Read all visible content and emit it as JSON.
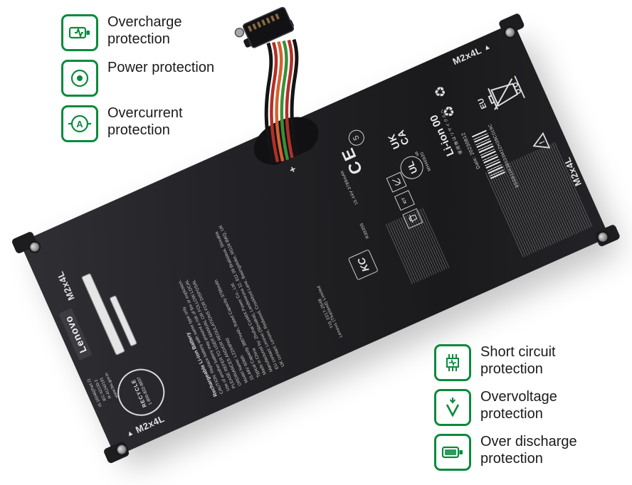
{
  "features": [
    {
      "icon": "overcharge-protection-icon",
      "label": "Overcharge protection"
    },
    {
      "icon": "power-protection-icon",
      "label": "Power protection"
    },
    {
      "icon": "overcurrent-protection-icon",
      "label": "Overcurrent protection"
    },
    {
      "icon": "short-circuit-protection-icon",
      "label": "Short circuit protection"
    },
    {
      "icon": "overvoltage-protection-icon",
      "label": "Overvoltage protection"
    },
    {
      "icon": "over-discharge-protection-icon",
      "label": "Over discharge protection"
    }
  ],
  "battery": {
    "brand": "Lenovo",
    "corner_label": "M2x4L",
    "corner_triangle": "▲",
    "plus_mark": "+",
    "marks": {
      "ce": "CE",
      "rohs_number": "5",
      "ukca_line1": "UK",
      "ukca_line2": "CA",
      "ul": "UL",
      "ul_suffix": "us",
      "ul_file": "MH46920",
      "recycle_symbols": "♻ ♻",
      "eu": "EU",
      "liion": "Li-ion 00",
      "liion_sub": "使用後はリサイクルへ",
      "date": "Date: 20230812",
      "serial": "8SSB11K38533M2ZH38C019C",
      "kc": "KC",
      "ict": "ICT",
      "r_code": "R39355",
      "rating_small": "15.44V 3789mAh",
      "tis": "TIS 2217-2548",
      "tis_sub": "Lenovo (Thailand) Limited"
    },
    "recycle_stamp": {
      "line1": "RECYCLE",
      "line2": "1-800-822-8837"
    },
    "bis": {
      "line1": "IS 16046(Part 2)",
      "line2": "IEC 62133-2",
      "line3": "R-41242191",
      "line4": "www.bis.gov.in"
    },
    "info_lines": [
      "Rechargeable Li-ion Battery",
      "CAUTION: Replace battery with same type only.",
      "Use of another battery may present a risk of fire or explosion.",
      "PLEASE REFER TO USER MANUAL OR FOLLOW LOCAL",
      "ORDINANCES AND/OR REGULATIONS FOR DISPOSAL",
      "Model Name: L22X4PA0",
      "15.44V  60Wh",
      "Typical Capacity 3887mAh, Rated Capacity 3789mAh",
      "Made in China",
      "Manufactured by: Zhuhai CosMX Power Co., Ltd.",
      "EU contact: Lenovo (Slovakia), Landererova 12, 811 09 Bratislava, Slovakia",
      "UK contact: Lenovo, Redwood, Crockford Lane, Basingstoke, RG24 8WQ, UK"
    ]
  }
}
